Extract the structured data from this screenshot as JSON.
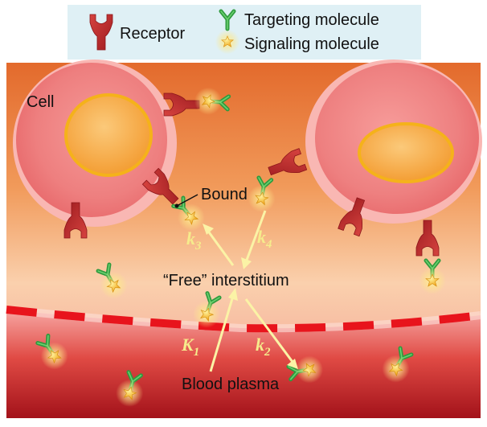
{
  "legend": {
    "receptor": "Receptor",
    "targeting": "Targeting molecule",
    "signaling": "Signaling molecule"
  },
  "labels": {
    "cell": "Cell",
    "bound": "Bound",
    "free_interstitium": "“Free” interstitium",
    "blood_plasma": "Blood plasma"
  },
  "rates": [
    {
      "id": "k3",
      "symbol": "k",
      "sub": "3"
    },
    {
      "id": "k4",
      "symbol": "k",
      "sub": "4"
    },
    {
      "id": "K1",
      "symbol": "K",
      "sub": "1"
    },
    {
      "id": "k2",
      "symbol": "k",
      "sub": "2"
    }
  ],
  "colors": {
    "receptor": "#b8282a",
    "targeting": "#3aa64a",
    "signaling": "#f2b21c",
    "vessel_wall": "#e8141c",
    "nucleus": "#f6a326",
    "arrow": "#fbf3a6",
    "legend_bg": "#dff0f5"
  }
}
